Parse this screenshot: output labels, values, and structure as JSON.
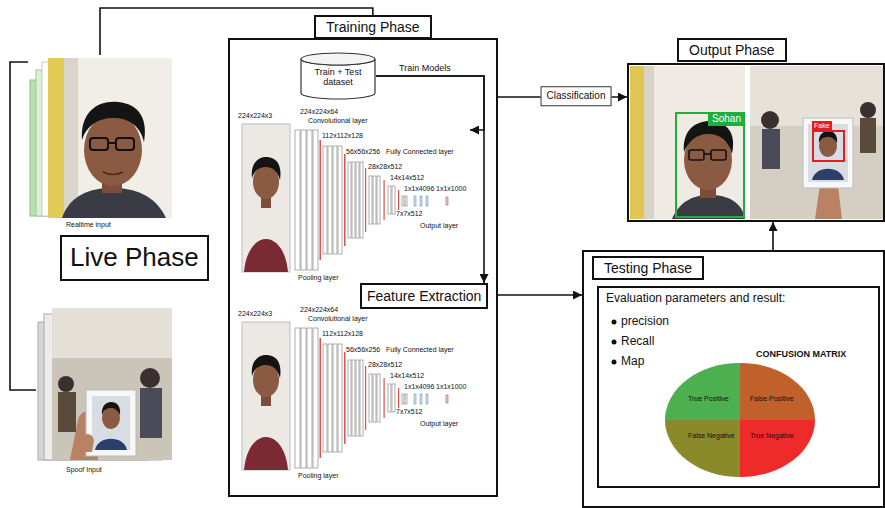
{
  "diagram": {
    "nodes": [
      {
        "text": [
          "Realtime input"
        ]
      },
      {
        "text": [
          "Live Phase"
        ]
      },
      {
        "text": [
          "Spoof Input"
        ]
      },
      {
        "text": [
          "Training Phase"
        ]
      },
      {
        "text": [
          "Train + Test dataset"
        ],
        "in": 3
      },
      {
        "text": [
          "224x224x3",
          "224x224x64",
          "Convolutional layer",
          "112x112x128",
          "56x56x256",
          "Fully Connected layer",
          "28x28x512",
          "14x14x512",
          "1x1x4096",
          "1x1x1000",
          "7x7x512",
          "Output layer",
          "Pooling layer"
        ],
        "in": 3
      },
      {
        "text": [
          "Feature Extraction"
        ],
        "in": 3
      },
      {
        "text": [
          "224x224x3",
          "224x224x64",
          "Convolutional layer",
          "112x112x128",
          "56x56x256",
          "Fully Connected layer",
          "28x28x512",
          "14x14x512",
          "1x1x4096",
          "1x1x1000",
          "7x7x512",
          "Output layer",
          "Pooling layer"
        ],
        "in": 3
      },
      {
        "text": [
          "Output Phase"
        ]
      },
      {
        "text": [
          "Sohan"
        ],
        "in": 8
      },
      {
        "text": [
          "Fake"
        ],
        "in": 8
      },
      {
        "text": [
          "Testing Phase"
        ]
      },
      {
        "text": [
          "Evaluation parameters and result:",
          "precision",
          "Recall",
          "Map",
          "CONFUSION MATRIX"
        ],
        "in": 11
      },
      {
        "text": [
          "True Positive"
        ],
        "in": 12
      },
      {
        "text": [
          "False Positive"
        ],
        "in": 12
      },
      {
        "text": [
          "False Negative"
        ],
        "in": 12
      },
      {
        "text": [
          "True Negative"
        ],
        "in": 12
      }
    ],
    "edges": [
      {
        "from": 0,
        "to": 3,
        "arrow": "none"
      },
      {
        "from": 0,
        "to": 2,
        "arrow": "none"
      },
      {
        "from": 4,
        "to": 5,
        "arrow": "to",
        "label": "Train Models"
      },
      {
        "from": 4,
        "to": 6,
        "arrow": "to"
      },
      {
        "from": 3,
        "to": 8,
        "arrow": "to",
        "label": "Classification"
      },
      {
        "from": 3,
        "to": 11,
        "arrow": "to"
      },
      {
        "from": 11,
        "to": 8,
        "arrow": "to"
      }
    ]
  }
}
